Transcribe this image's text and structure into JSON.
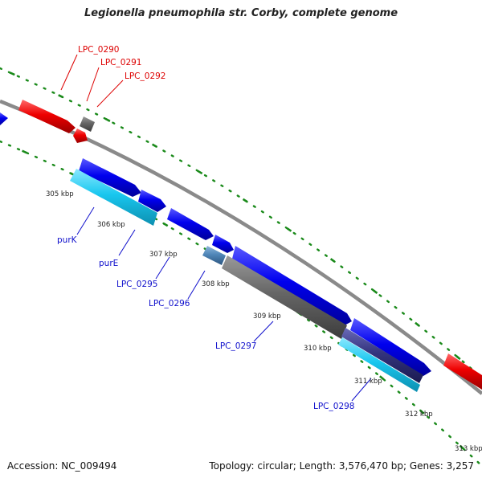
{
  "title": "Legionella pneumophila str. Corby, complete genome",
  "footer": {
    "accession": "Accession: NC_009494",
    "topology": "Topology: circular; Length: 3,576,470 bp; Genes: 3,257"
  },
  "ticks": [
    "305 kbp",
    "306 kbp",
    "307 kbp",
    "308 kbp",
    "309 kbp",
    "310 kbp",
    "311 kbp",
    "312 kbp",
    "313 kbp"
  ],
  "gene_labels": {
    "lpc0290": "LPC_0290",
    "lpc0291": "LPC_0291",
    "lpc0292": "LPC_0292",
    "purK": "purK",
    "purE": "purE",
    "lpc0295": "LPC_0295",
    "lpc0296": "LPC_0296",
    "lpc0297": "LPC_0297",
    "lpc0298": "LPC_0298"
  },
  "colors": {
    "forward_gene": "#0000ee",
    "reverse_gene": "#ee0000",
    "grey_gene": "#666666",
    "cyan_gene": "#19c7ef",
    "steel_gene": "#4f86b8",
    "backbone": "#8a8a8a",
    "dotted_ring": "#1a8a1a",
    "label_red": "#dd0000",
    "label_blue": "#1010cc"
  }
}
